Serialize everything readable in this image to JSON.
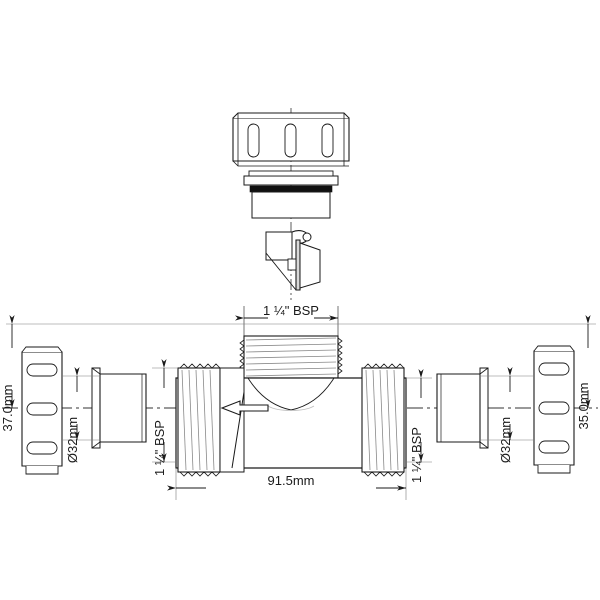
{
  "drawing": {
    "title": "Inline valve / straight connector technical drawing",
    "background_color": "#ffffff",
    "line_color": "#1a1a1a",
    "thread_color": "#8a8a8a",
    "gasket_color": "#111111",
    "centerline_color": "#333333"
  },
  "dimensions": {
    "top_thread": "1 ¼\" BSP",
    "left_nut_height": "37.0mm",
    "left_spigot_diameter": "Ø32mm",
    "left_body_thread": "1 ¼\" BSP",
    "body_length": "91.5mm",
    "right_body_thread": "1 ¼\" BSP",
    "right_spigot_diameter": "Ø32mm",
    "right_nut_height": "35.0mm"
  },
  "parts": {
    "knob": "access cap knob",
    "flange": "cap flange",
    "gasket": "sealing washer",
    "neck": "cap neck",
    "flap": "valve flap assembly",
    "body": "valve body",
    "top_neck": "vertical threaded neck",
    "left_nut": "left compression nut",
    "left_spigot": "left spigot insert",
    "right_spigot": "right spigot insert",
    "right_nut": "right compression nut",
    "flow_arrow": "flow direction arrow"
  }
}
